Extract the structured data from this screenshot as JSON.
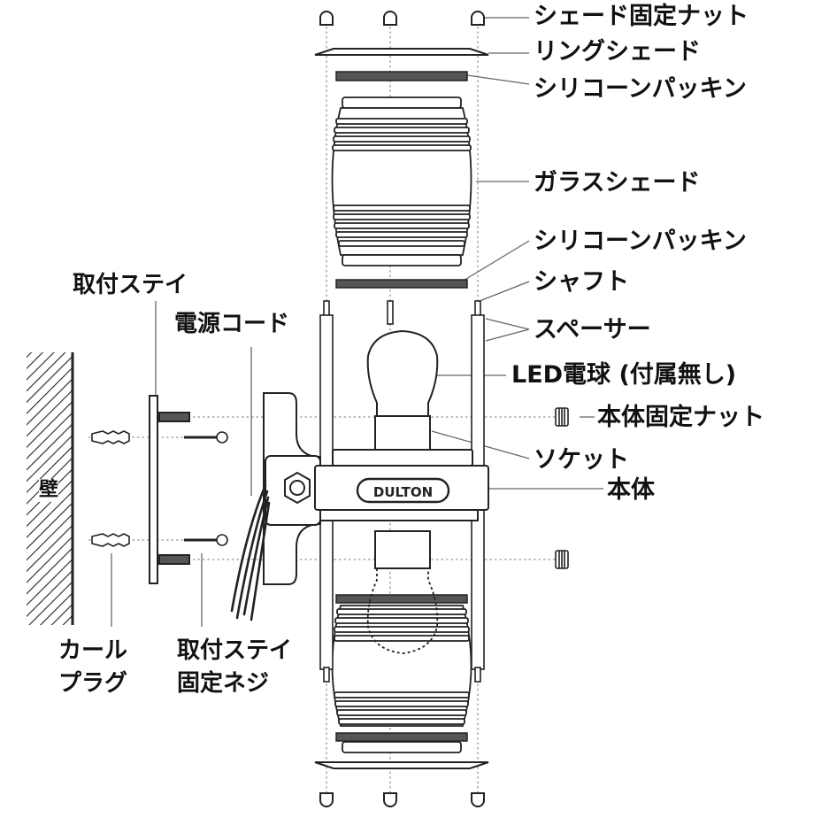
{
  "labels": {
    "shade_nut": "シェード固定ナット",
    "ring_shade": "リングシェード",
    "silicone_packing_top": "シリコーンパッキン",
    "glass_shade": "ガラスシェード",
    "silicone_packing_bottom": "シリコーンパッキン",
    "shaft": "シャフト",
    "spacer": "スペーサー",
    "led_bulb": "LED電球 (付属無し)",
    "body_nut": "本体固定ナット",
    "socket": "ソケット",
    "body": "本体",
    "bracket": "取付ステイ",
    "power_cord": "電源コード",
    "wall": "壁",
    "curl_plug_line1": "カール",
    "curl_plug_line2": "プラグ",
    "bracket_screw_line1": "取付ステイ",
    "bracket_screw_line2": "固定ネジ",
    "brand": "DULTON"
  },
  "colors": {
    "line": "#222222",
    "gasket": "#555555",
    "leader": "#666666",
    "guide": "#999999"
  },
  "icons": [
    "acorn-nut-icon",
    "knurled-nut-icon",
    "wall-plug-icon",
    "screw-icon",
    "hex-nut-icon"
  ]
}
